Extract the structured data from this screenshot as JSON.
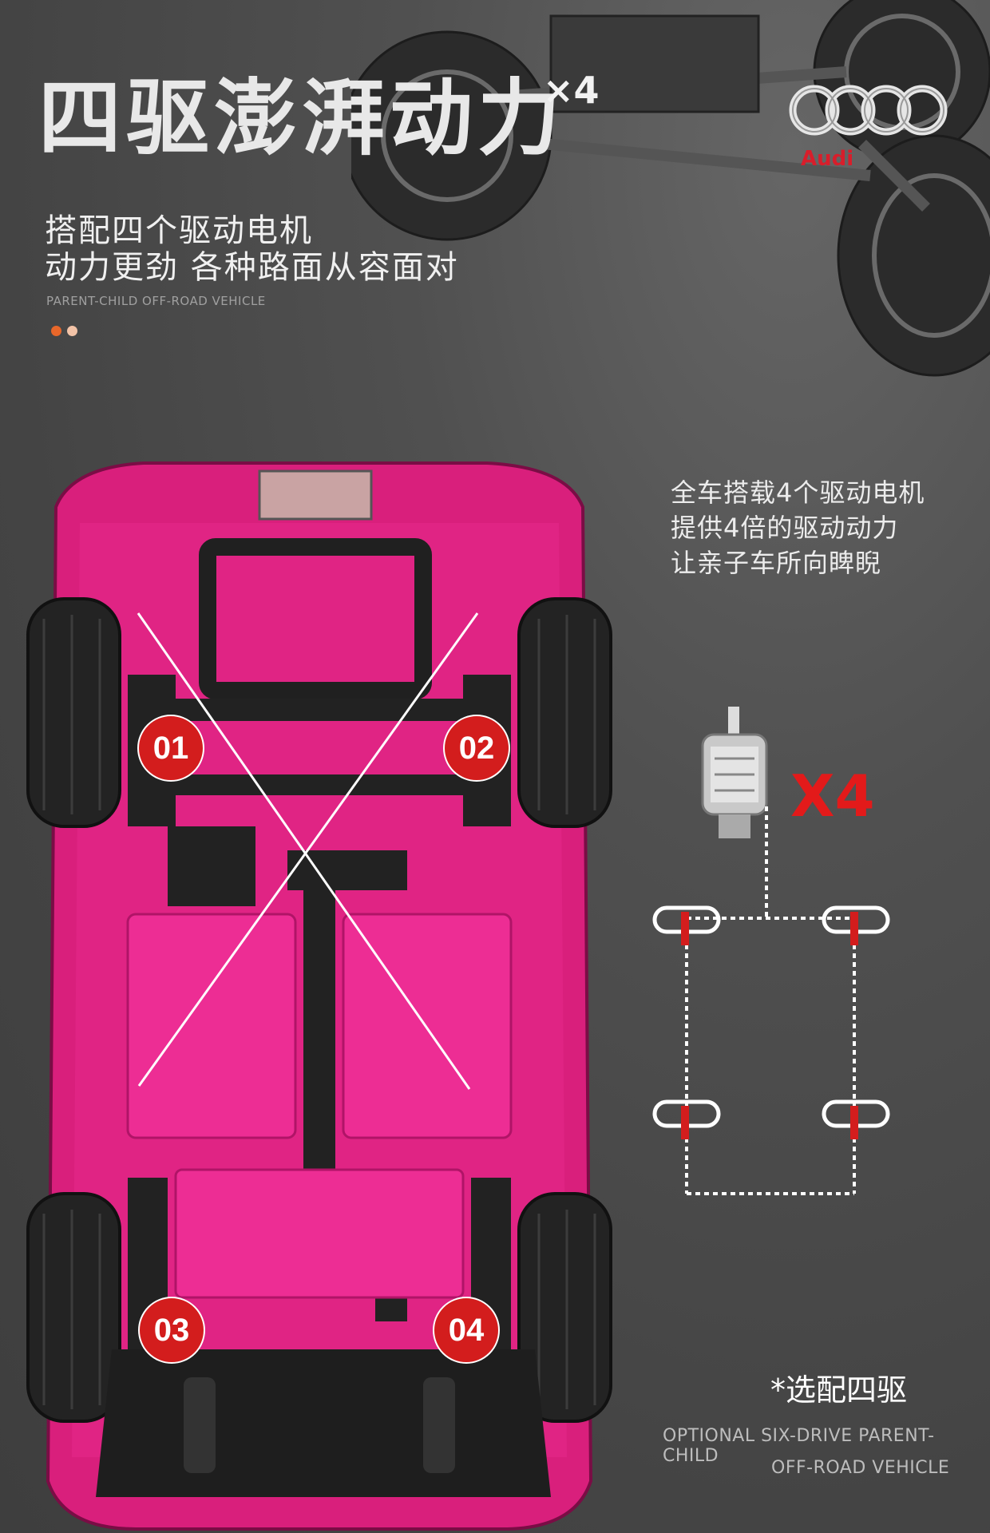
{
  "header": {
    "title": "四驱澎湃动力",
    "x4": "×4",
    "subtitle_line1": "搭配四个驱动电机",
    "subtitle_line2": "动力更劲 各种路面从容面对",
    "small_english": "PARENT-CHILD OFF-ROAD VEHICLE"
  },
  "brand": {
    "name": "Audi",
    "color": "#d81e2b"
  },
  "motor_info": {
    "line1": "全车搭载4个驱动电机",
    "line2": "提供4倍的驱动动力",
    "line3": "让亲子车所向睥睨",
    "x4_label": "X4"
  },
  "motor_markers": [
    "01",
    "02",
    "03",
    "04"
  ],
  "footer": {
    "optional": "*选配四驱",
    "english_line1": "OPTIONAL SIX-DRIVE PARENT-CHILD",
    "english_line2": "OFF-ROAD VEHICLE"
  },
  "colors": {
    "accent_red": "#e31a1a",
    "car_pink": "#e0217f",
    "dot1": "#e8672a",
    "dot2": "#f2c3a7"
  }
}
